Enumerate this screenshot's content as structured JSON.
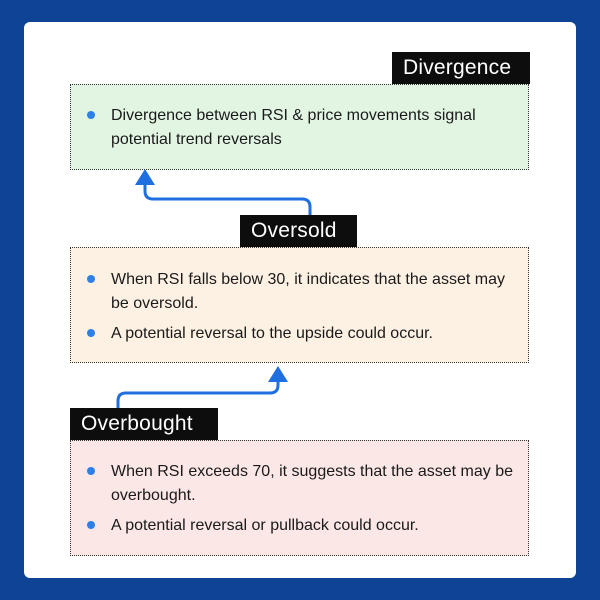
{
  "colors": {
    "background": "#0f4394",
    "card": "#ffffff",
    "label_bg": "#0d0d0d",
    "label_text": "#ffffff",
    "divergence_box": "#e2f5e3",
    "oversold_box": "#fdf1e3",
    "overbought_box": "#fbe7e6",
    "bullet": "#2e7fe8",
    "arrow": "#1f6fe0"
  },
  "divergence": {
    "label": "Divergence",
    "points": [
      "Divergence between RSI & price movements signal potential trend reversals"
    ]
  },
  "oversold": {
    "label": "Oversold",
    "points": [
      "When RSI falls below 30, it indicates that the asset may be oversold.",
      "A potential reversal to the upside could occur."
    ]
  },
  "overbought": {
    "label": "Overbought",
    "points": [
      "When RSI exceeds 70, it suggests that the asset may be overbought.",
      "A potential reversal or pullback could occur."
    ]
  }
}
